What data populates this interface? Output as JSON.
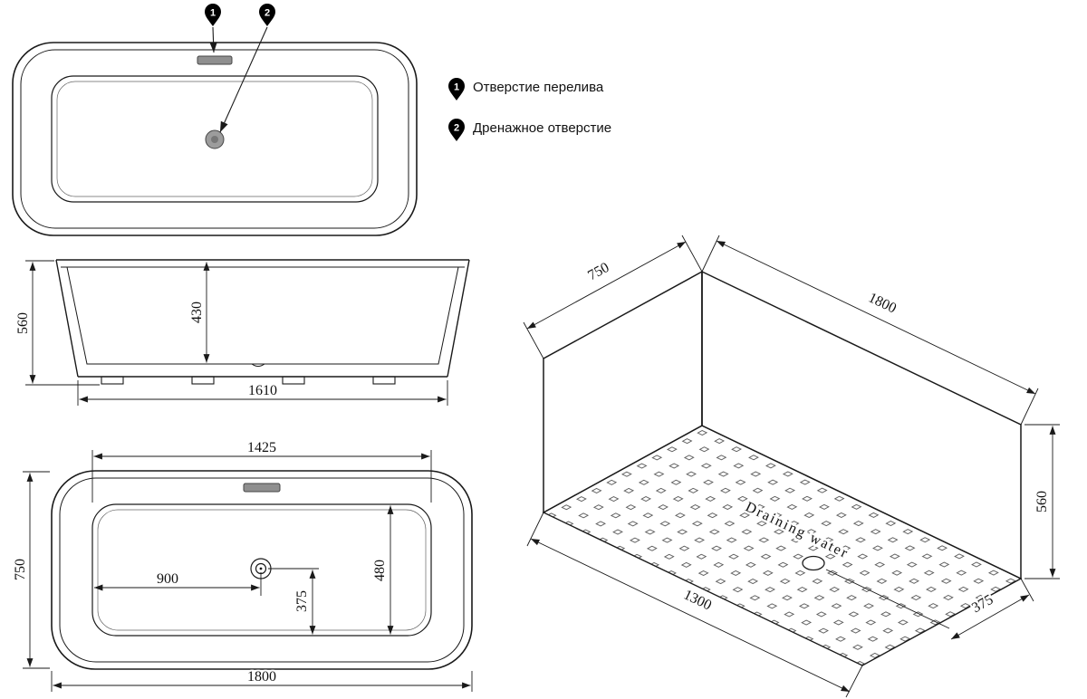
{
  "legend": {
    "items": [
      {
        "num": "1",
        "label": "Отверстие перелива"
      },
      {
        "num": "2",
        "label": "Дренажное отверстие"
      }
    ]
  },
  "top_view": {
    "callout_overflow": "1",
    "callout_drain": "2"
  },
  "side_view": {
    "overall_height": "560",
    "inner_depth": "430",
    "base_length": "1610"
  },
  "plan_view": {
    "inner_length": "1425",
    "overall_width": "750",
    "drain_from_left": "900",
    "drain_from_side": "375",
    "inner_width": "480",
    "overall_length": "1800"
  },
  "iso_view": {
    "width": "750",
    "length": "1800",
    "bottom_length": "1300",
    "height": "560",
    "drain_offset": "375",
    "caption": "Draining water"
  }
}
